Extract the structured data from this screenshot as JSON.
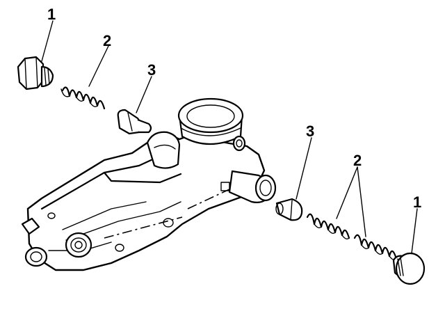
{
  "callouts": {
    "left_plug": "1",
    "left_spring": "2",
    "left_valve": "3",
    "right_valve": "3",
    "right_springs": "2",
    "right_plug": "1"
  }
}
